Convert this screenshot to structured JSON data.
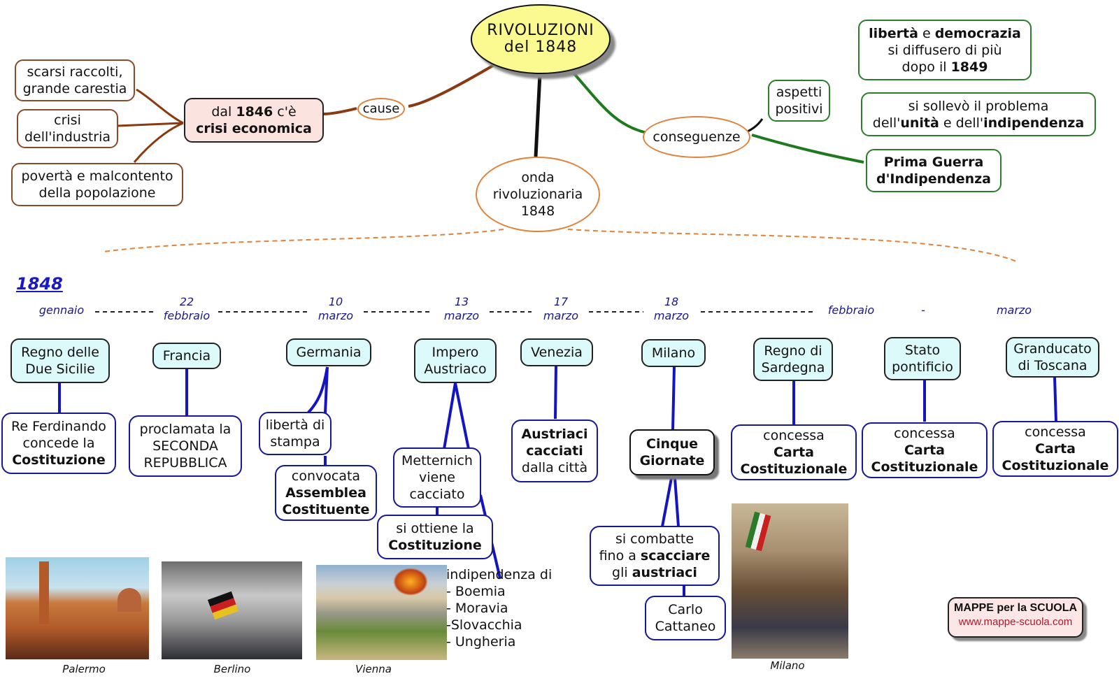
{
  "title": {
    "line1": "RIVOLUZIONI",
    "line2": "del 1848"
  },
  "causes": {
    "link_label": "cause",
    "main": {
      "pre": "dal ",
      "year": "1846",
      "post": " c'è",
      "line2": "crisi economica"
    },
    "items": [
      {
        "line1": "scarsi raccolti,",
        "line2": "grande carestia"
      },
      {
        "line1": "crisi",
        "line2": "dell'industria"
      },
      {
        "line1": "povertà e malcontento",
        "line2": "della popolazione"
      }
    ]
  },
  "consequences": {
    "link_label": "conseguenze",
    "positive_label": {
      "line1": "aspetti",
      "line2": "positivi"
    },
    "liberty": {
      "b1": "libertà",
      "mid": " e ",
      "b2": "democrazia",
      "line2": "si diffusero di più",
      "line3_pre": "dopo il ",
      "line3_b": "1849"
    },
    "unity": {
      "line1": "si sollevò il problema",
      "pre": "dell'",
      "b1": "unità",
      "mid": " e dell'",
      "b2": "indipendenza"
    },
    "war": {
      "line1": "Prima Guerra",
      "line2": "d'Indipendenza"
    }
  },
  "wave": {
    "line1": "onda",
    "line2": "rivoluzionaria",
    "line3": "1848"
  },
  "timeline": {
    "year": "1848",
    "dates": [
      {
        "day": "",
        "month": "gennaio"
      },
      {
        "day": "22",
        "month": "febbraio"
      },
      {
        "day": "10",
        "month": "marzo"
      },
      {
        "day": "13",
        "month": "marzo"
      },
      {
        "day": "17",
        "month": "marzo"
      },
      {
        "day": "18",
        "month": "marzo"
      },
      {
        "day": "",
        "month": "febbraio"
      },
      {
        "day": "",
        "month": "-"
      },
      {
        "day": "",
        "month": "marzo"
      }
    ]
  },
  "states": [
    {
      "name1": "Regno delle",
      "name2": "Due Sicilie",
      "event": {
        "l1": "Re Ferdinando",
        "l2": "concede la",
        "l3b": "Costituzione"
      }
    },
    {
      "name1": "Francia",
      "event": {
        "l1": "proclamata la",
        "l2": "SECONDA",
        "l3": "REPUBBLICA"
      }
    },
    {
      "name1": "Germania",
      "events": [
        {
          "l1": "libertà di",
          "l2": "stampa"
        },
        {
          "l1": "convocata",
          "l2b": "Assemblea",
          "l3b": "Costituente"
        }
      ]
    },
    {
      "name1": "Impero",
      "name2": "Austriaco",
      "events": [
        {
          "l1": "Metternich",
          "l2": "viene",
          "l3": "cacciato"
        },
        {
          "l1": "si ottiene la",
          "l2b": "Costituzione"
        }
      ],
      "independence": {
        "title": "indipendenza di",
        "items": [
          "- Boemia",
          "- Moravia",
          "-Slovacchia",
          "- Ungheria"
        ]
      }
    },
    {
      "name1": "Venezia",
      "event": {
        "l1b": "Austriaci",
        "l2b": "cacciati",
        "l3": "dalla città"
      }
    },
    {
      "name1": "Milano",
      "event": {
        "l1b": "Cinque",
        "l2b": "Giornate"
      },
      "sub": {
        "l1": "si combatte",
        "l2pre": "fino a ",
        "l2b": "scacciare",
        "l3pre": "gli ",
        "l3b": "austriaci"
      },
      "person": {
        "l1": "Carlo",
        "l2": "Cattaneo"
      }
    },
    {
      "name1": "Regno di",
      "name2": "Sardegna",
      "event": {
        "l1": "concessa",
        "l2b": "Carta",
        "l3b": "Costituzionale"
      }
    },
    {
      "name1": "Stato",
      "name2": "pontificio",
      "event": {
        "l1": "concessa",
        "l2b": "Carta",
        "l3b": "Costituzionale"
      }
    },
    {
      "name1": "Granducato",
      "name2": "di Toscana",
      "event": {
        "l1": "concessa",
        "l2b": "Carta",
        "l3b": "Costituzionale"
      }
    }
  ],
  "images": [
    {
      "caption": "Palermo"
    },
    {
      "caption": "Berlino"
    },
    {
      "caption": "Vienna"
    },
    {
      "caption": "Milano"
    }
  ],
  "brand": {
    "line1": "MAPPE per la SCUOLA",
    "line2": "www.mappe-scuola.com"
  },
  "colors": {
    "causes": "#8a3a10",
    "consequences": "#1f7a1f",
    "timeline_links": "#1414c0",
    "title_fill": "#fafa90",
    "state_fill": "#dcfafa"
  }
}
